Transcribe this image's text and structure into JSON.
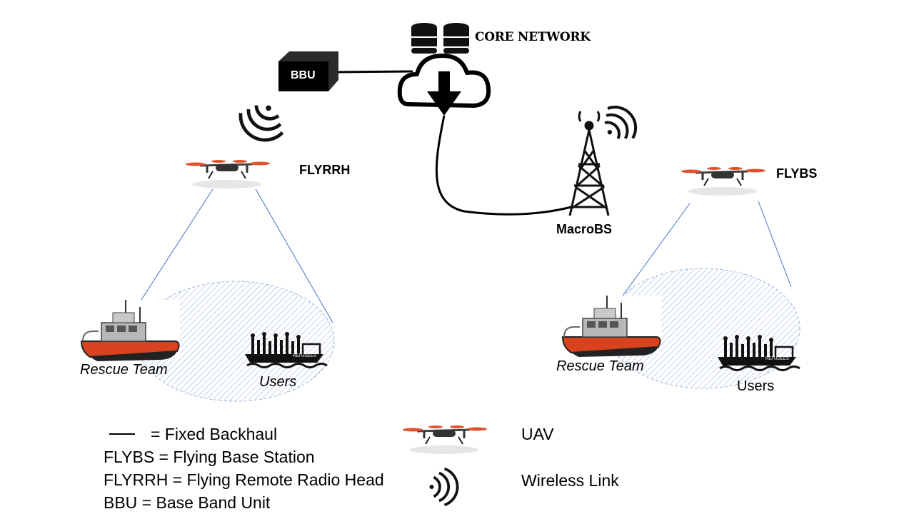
{
  "core_network": {
    "label": "CORE NETWORK"
  },
  "bbu": {
    "label": "BBU"
  },
  "refugees_tag": "REFUGEES",
  "nodes": {
    "flyrrh": "FLYRRH",
    "flybs": "FLYBS",
    "macrobs": "MacroBS"
  },
  "left_cell": {
    "rescue": "Rescue Team",
    "users": "Users"
  },
  "right_cell": {
    "rescue": "Rescue Team",
    "users": "Users"
  },
  "legend": {
    "backhaul": "= Fixed Backhaul",
    "flybs": "FLYBS = Flying Base Station",
    "flyrrh": "FLYRRH = Flying Remote Radio Head",
    "bbu": "BBU = Base Band Unit",
    "uav": "UAV",
    "wireless": "Wireless Link"
  },
  "colors": {
    "boat_hull": "#d9421f",
    "coverage": "#9fb6d8",
    "link": "#4472c4"
  }
}
